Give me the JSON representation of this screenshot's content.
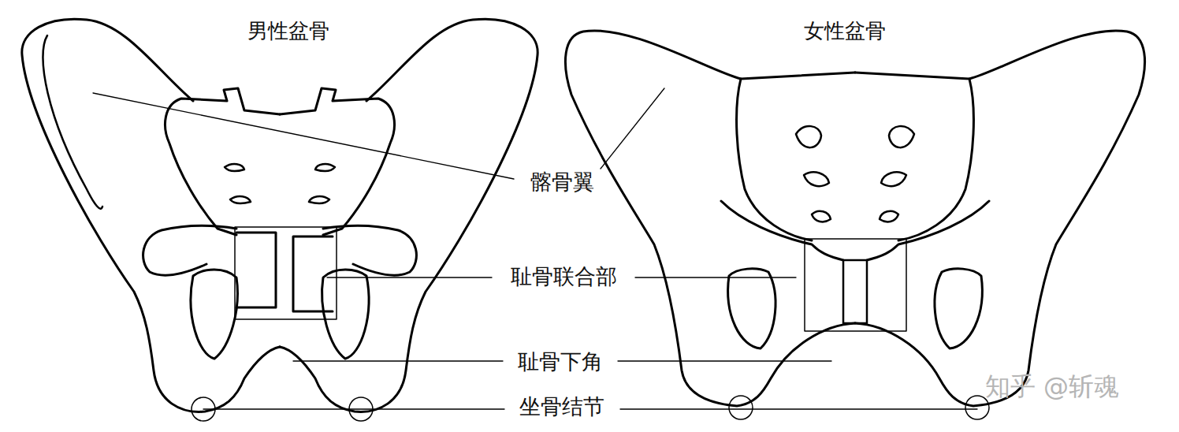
{
  "diagram": {
    "labels": [
      "男性盆骨",
      "女性盆骨",
      "髂骨翼",
      "耻骨联合部",
      "耻骨下角",
      "坐骨结节",
      "知乎 @斩魂"
    ]
  }
}
